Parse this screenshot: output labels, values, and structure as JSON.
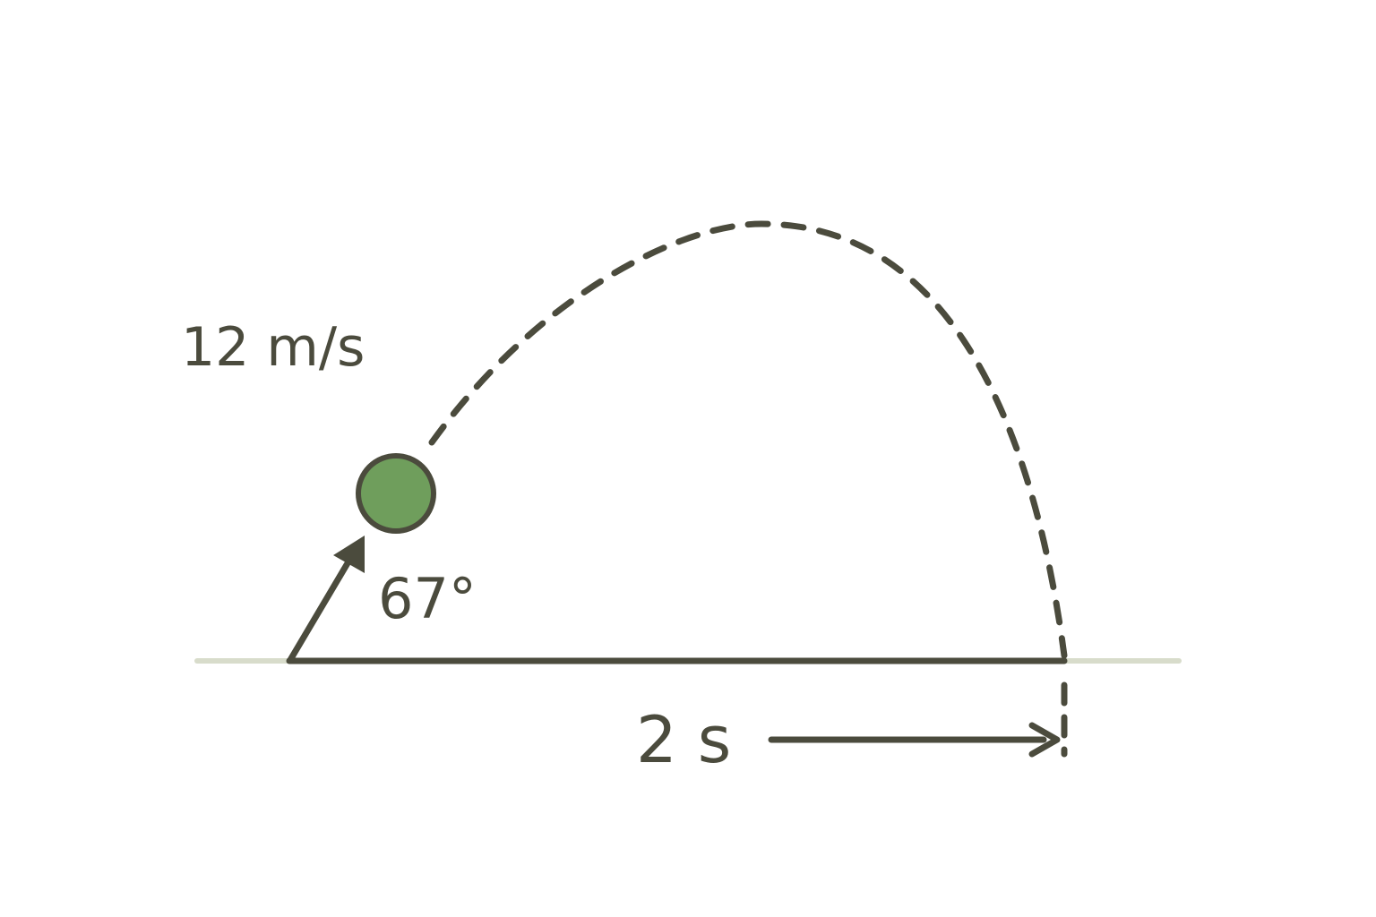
{
  "labels": {
    "speed": "12 m/s",
    "angle": "67°",
    "time": "2 s"
  },
  "colors": {
    "ink": "#4b4b3d",
    "ball_fill": "#6f9e5c",
    "ground_faded": "#d8dccb"
  },
  "physics": {
    "initial_speed_m_s": 12,
    "launch_angle_deg": 67,
    "flight_time_s": 2
  }
}
